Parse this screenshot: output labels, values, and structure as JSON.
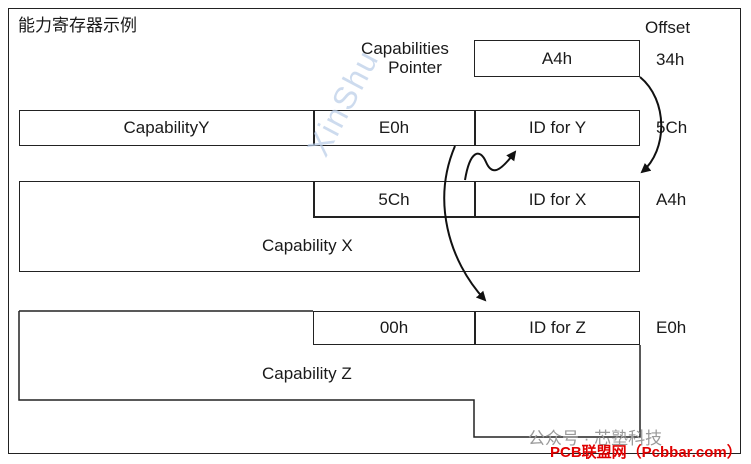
{
  "title": "能力寄存器示例",
  "offset_header": "Offset",
  "cap_pointer": {
    "label_line1": "Capabilities",
    "label_line2": "Pointer",
    "value": "A4h",
    "offset": "34h"
  },
  "cap_y": {
    "name": "CapabilityY",
    "next": "E0h",
    "id": "ID for Y",
    "offset": "5Ch"
  },
  "cap_x": {
    "next": "5Ch",
    "id": "ID for X",
    "offset": "A4h",
    "name": "Capability X"
  },
  "cap_z": {
    "next": "00h",
    "id": "ID for Z",
    "offset": "E0h",
    "name": "Capability Z"
  },
  "watermark": "XinShu",
  "wechat_label": "公众号 · 芯塾科技",
  "footer": "PCB联盟网（Pcbbar.com）"
}
